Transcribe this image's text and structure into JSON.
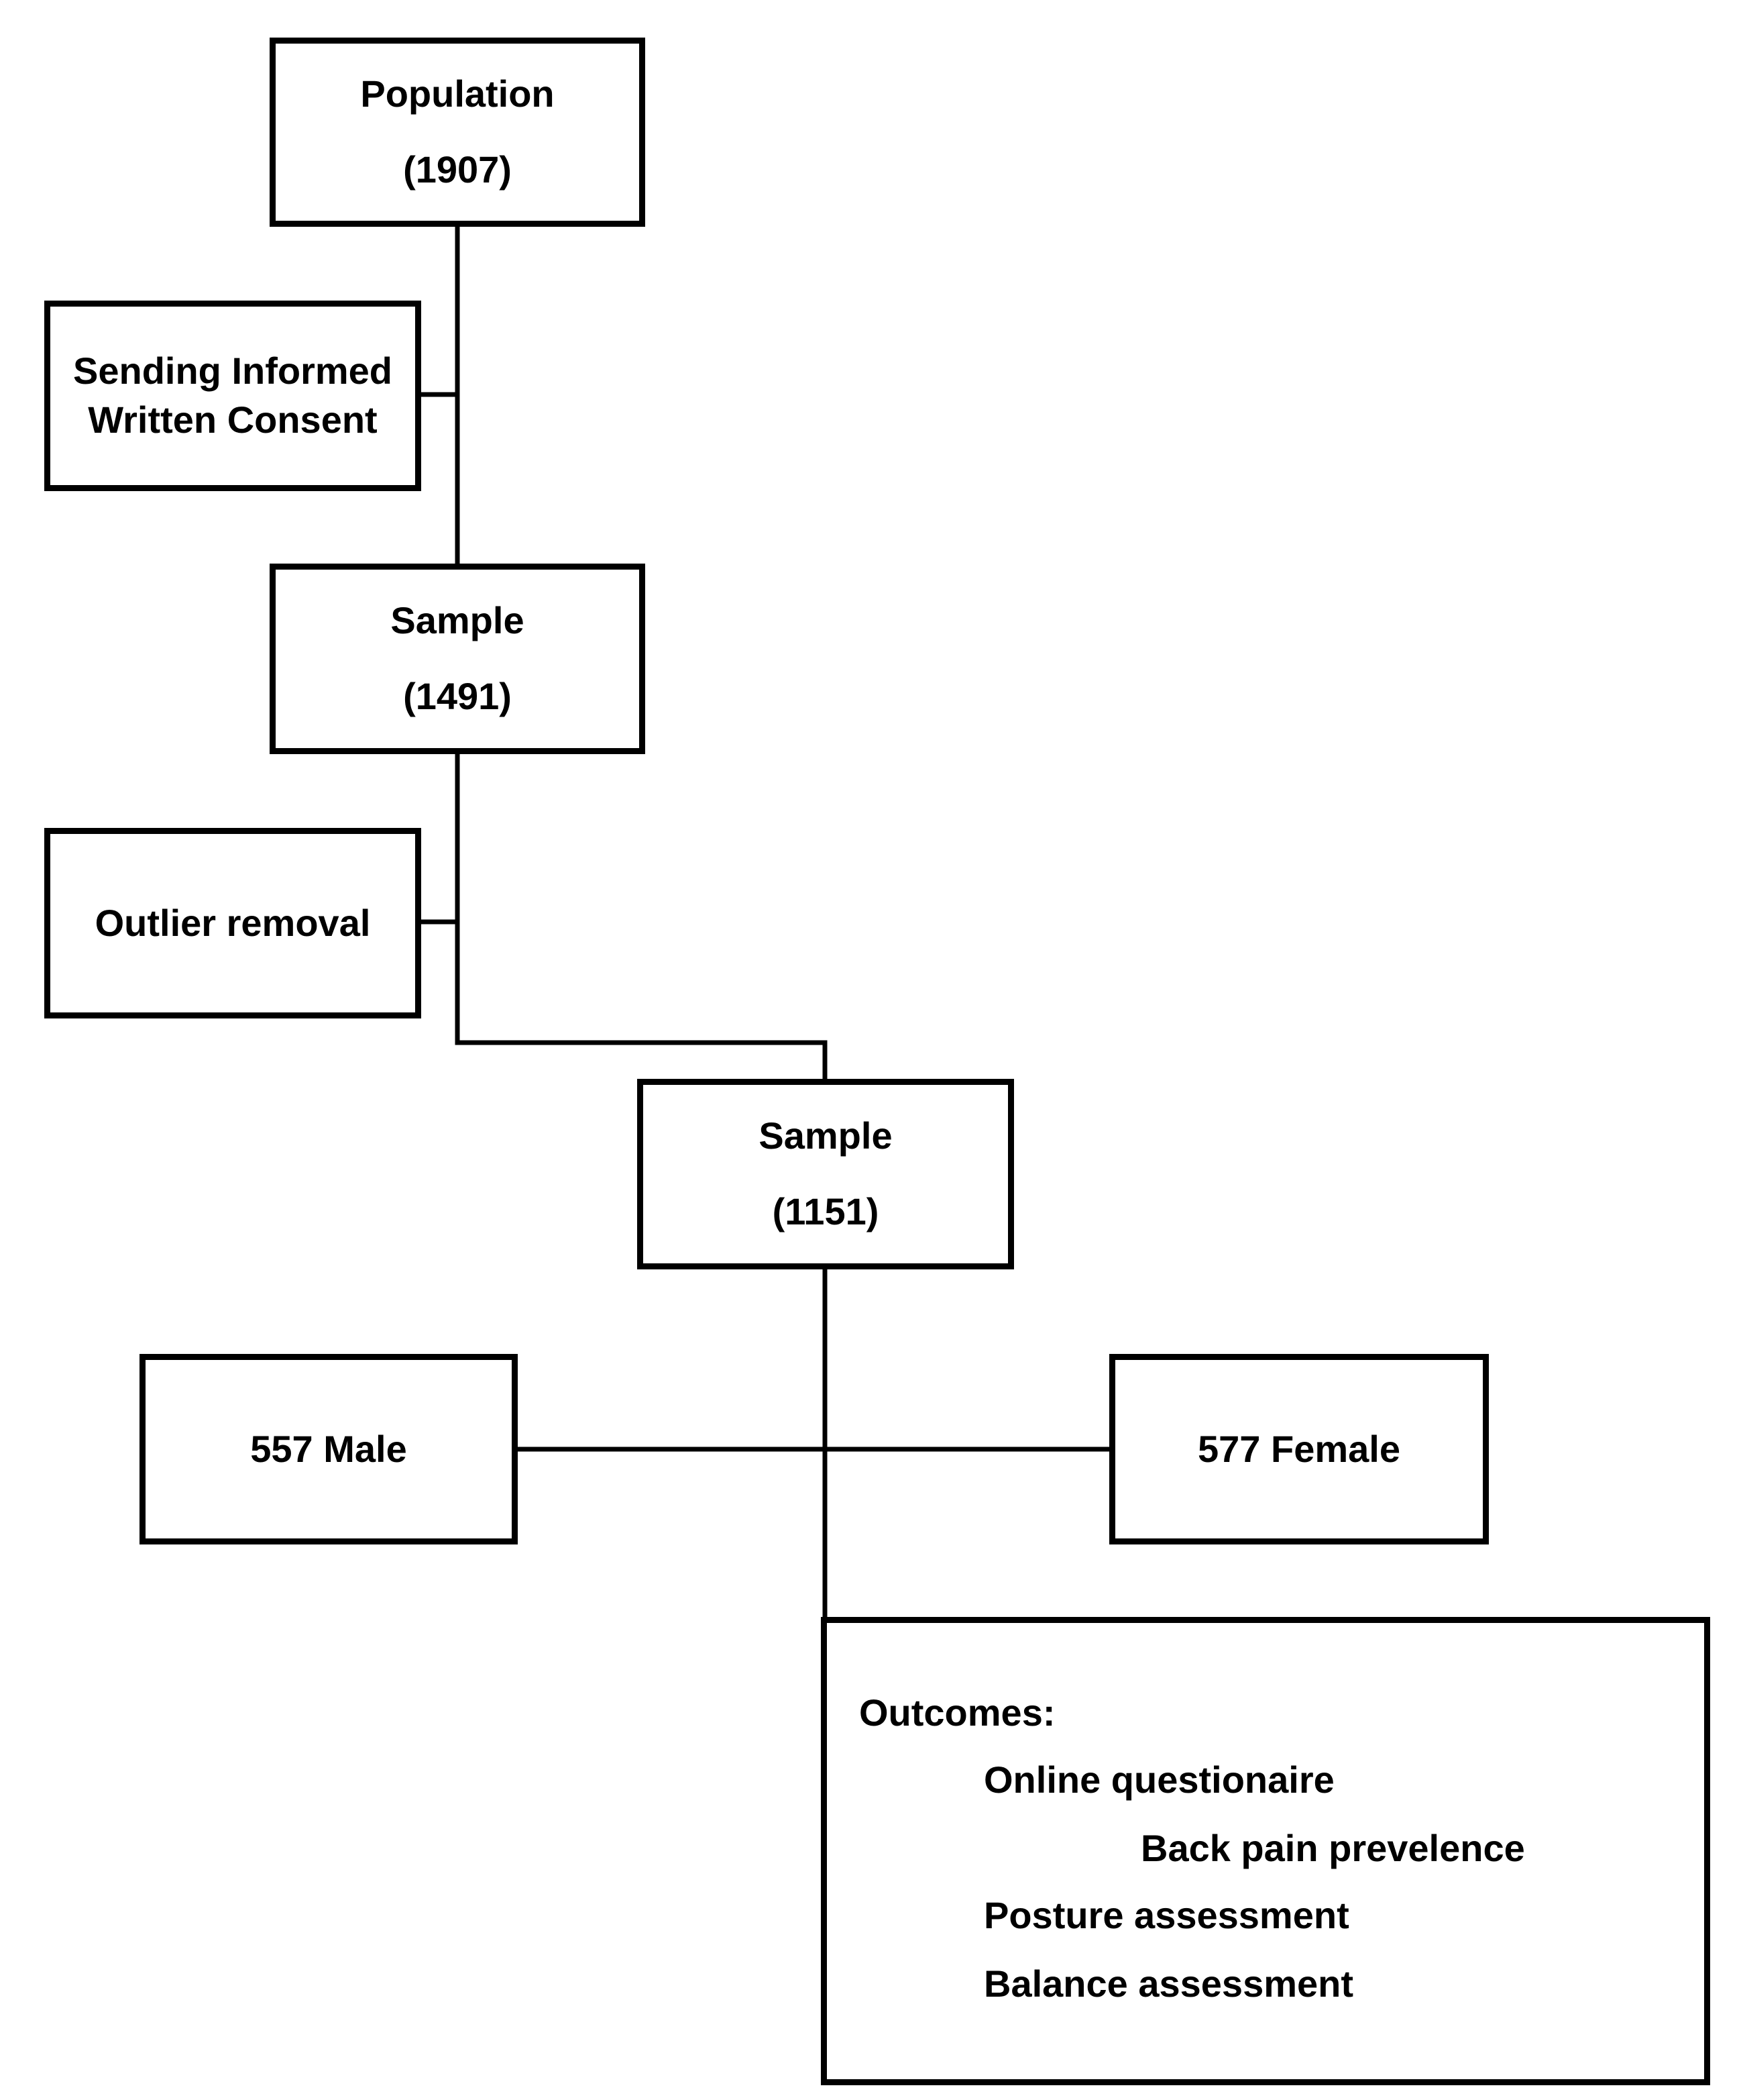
{
  "flowchart": {
    "population": {
      "label": "Population",
      "count": "(1907)"
    },
    "consent": {
      "line1": "Sending Informed",
      "line2": "Written Consent"
    },
    "sample1": {
      "label": "Sample",
      "count": "(1491)"
    },
    "outlier": {
      "label": "Outlier removal"
    },
    "sample2": {
      "label": "Sample",
      "count": "(1151)"
    },
    "male": {
      "label": "557 Male"
    },
    "female": {
      "label": "577 Female"
    },
    "outcomes": {
      "title": "Outcomes:",
      "items": [
        "Online questionaire",
        "Back pain prevelence",
        "Posture assessment",
        "Balance assessment"
      ]
    }
  },
  "colors": {
    "stroke": "#000000",
    "background": "#ffffff"
  }
}
